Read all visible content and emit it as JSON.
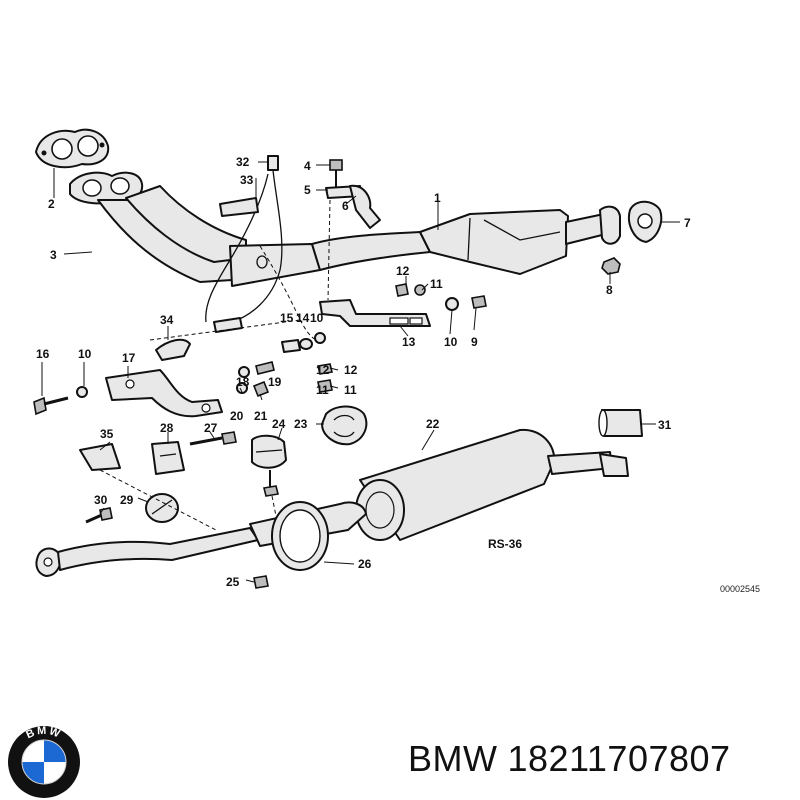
{
  "diagram": {
    "callouts": [
      "1",
      "2",
      "3",
      "4",
      "5",
      "6",
      "7",
      "8",
      "9",
      "10",
      "11",
      "12",
      "13",
      "14",
      "15",
      "16",
      "10",
      "17",
      "18",
      "19",
      "20",
      "21",
      "22",
      "23",
      "24",
      "25",
      "26",
      "27",
      "28",
      "29",
      "30",
      "31",
      "32",
      "33",
      "34",
      "35",
      "12",
      "11",
      "10",
      "12",
      "11"
    ],
    "section_label": "RS-36",
    "drawing_code": "00002545"
  },
  "brand": {
    "name": "BMW",
    "part_number": "18211707807",
    "logo_letters": "BMW",
    "colors": {
      "blue": "#1c69d4",
      "ring": "#111111",
      "white": "#ffffff"
    }
  }
}
